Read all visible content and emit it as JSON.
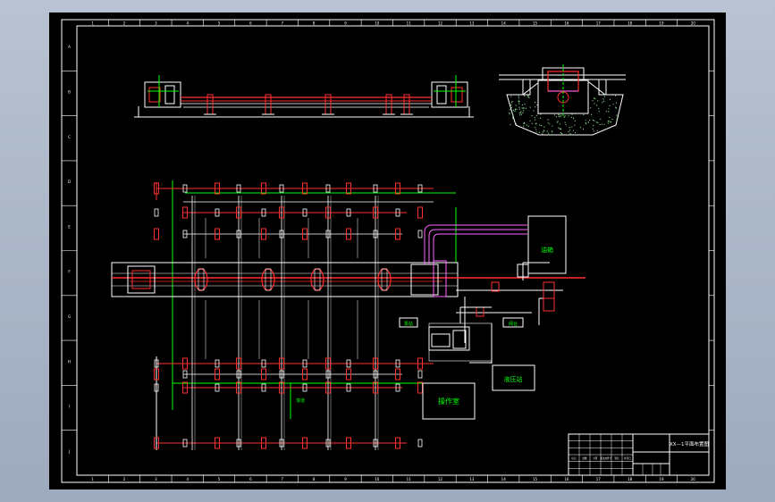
{
  "drawing": {
    "colors": {
      "background": "#000000",
      "frame": "#ffffff",
      "structure": "#ffffff",
      "pipe": "#ff3030",
      "dimension": "#00ff00",
      "hydraulic": "#ff66ff",
      "magenta": "#ff00ff",
      "gravel": "#8fe08f"
    },
    "top_ruler": [
      "1",
      "2",
      "3",
      "4",
      "5",
      "6",
      "7",
      "8",
      "9",
      "10",
      "11",
      "12",
      "13",
      "14",
      "15",
      "16",
      "17",
      "18",
      "19",
      "20"
    ],
    "bottom_ruler": [
      "1",
      "2",
      "3",
      "4",
      "5",
      "6",
      "7",
      "8",
      "9",
      "10",
      "11",
      "12",
      "13",
      "14",
      "15",
      "16",
      "17",
      "18",
      "19",
      "20"
    ],
    "side_ruler": [
      "A",
      "B",
      "C",
      "D",
      "E",
      "F",
      "G",
      "H",
      "I",
      "J"
    ],
    "rooms": {
      "oil_tank": "油箱",
      "hydraulic_station": "液压站",
      "operation_room": "操作室"
    },
    "small_labels": [
      "泵站",
      "阀台"
    ],
    "note": "滚道",
    "title_block": {
      "drawing_title": "XX—1平面布置图",
      "row_labels": [
        "标记",
        "处数",
        "分区",
        "更改文件号",
        "签名",
        "年月日"
      ]
    }
  }
}
